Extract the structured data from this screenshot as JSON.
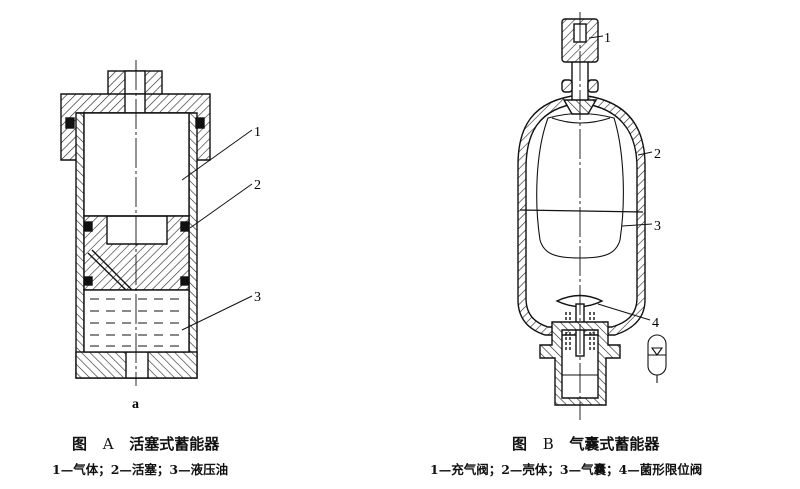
{
  "figure_a": {
    "sub_label": "a",
    "title_prefix": "图",
    "title_letter": "A",
    "title": "活塞式蓄能器",
    "legend": "1—气体；2—活塞；3—液压油",
    "callouts": [
      "1",
      "2",
      "3"
    ]
  },
  "figure_b": {
    "title_prefix": "图",
    "title_letter": "B",
    "title": "气囊式蓄能器",
    "legend": "1—充气阀；2—壳体；3—气囊；4—菌形限位阀",
    "callouts": [
      "1",
      "2",
      "3",
      "4"
    ]
  }
}
